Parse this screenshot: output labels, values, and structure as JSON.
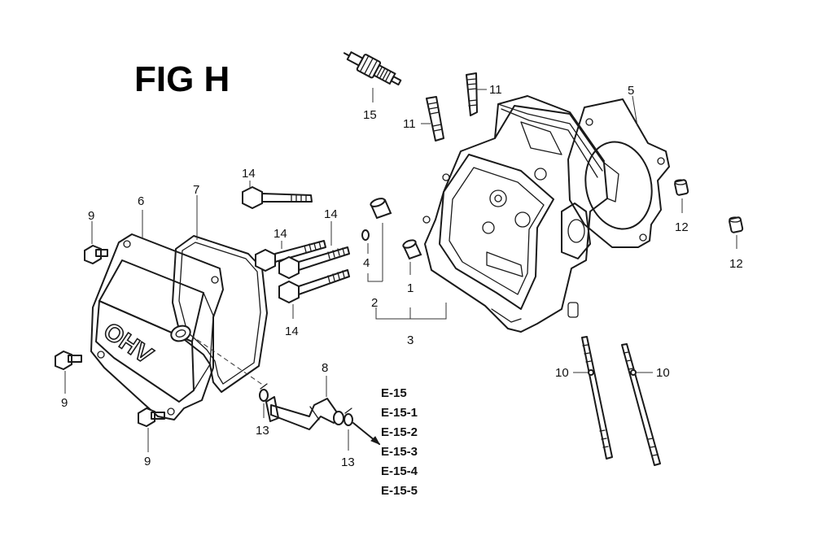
{
  "title": "FIG H",
  "callouts": {
    "c1": "1",
    "c2": "2",
    "c3": "3",
    "c4": "4",
    "c5": "5",
    "c6": "6",
    "c7": "7",
    "c8": "8",
    "c9a": "9",
    "c9b": "9",
    "c9c": "9",
    "c10a": "10",
    "c10b": "10",
    "c11a": "11",
    "c11b": "11",
    "c12a": "12",
    "c12b": "12",
    "c13a": "13",
    "c13b": "13",
    "c14a": "14",
    "c14b": "14",
    "c14c": "14",
    "c14d": "14",
    "c15": "15"
  },
  "references": [
    "E-15",
    "E-15-1",
    "E-15-2",
    "E-15-3",
    "E-15-4",
    "E-15-5"
  ],
  "cover_lettering": "OHV"
}
